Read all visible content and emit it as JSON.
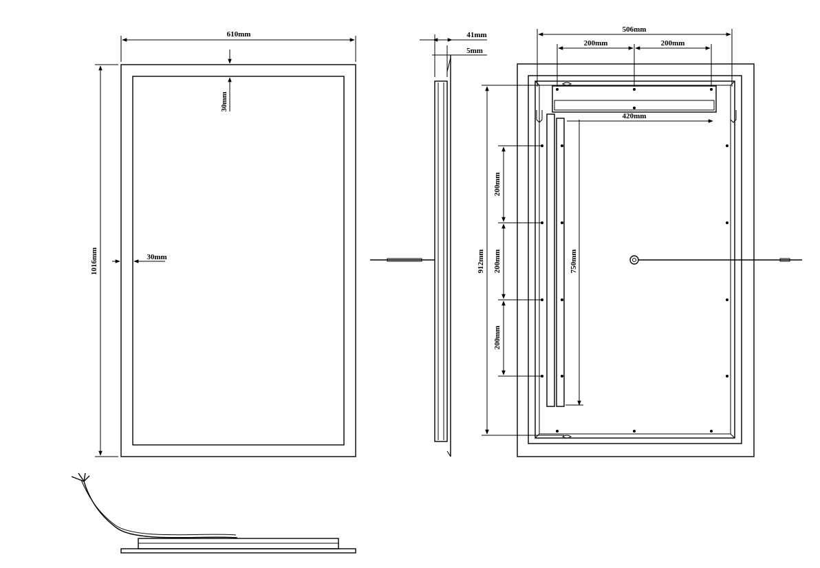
{
  "front_view": {
    "width_label": "610mm",
    "height_label": "1016mm",
    "top_border_label": "30mm",
    "side_border_label": "30mm"
  },
  "side_view": {
    "depth_label": "41mm",
    "glass_label": "5mm"
  },
  "back_view": {
    "top_total_label": "506mm",
    "top_left_spacing_label": "200mm",
    "top_right_spacing_label": "200mm",
    "inner_width_label": "420mm",
    "height_label": "912mm",
    "vertical_spacing_1_label": "200mm",
    "vertical_spacing_2_label": "200mm",
    "vertical_spacing_3_label": "200mm",
    "strip_length_label": "750mm"
  },
  "colors": {
    "line": "#000000",
    "background": "#ffffff"
  }
}
